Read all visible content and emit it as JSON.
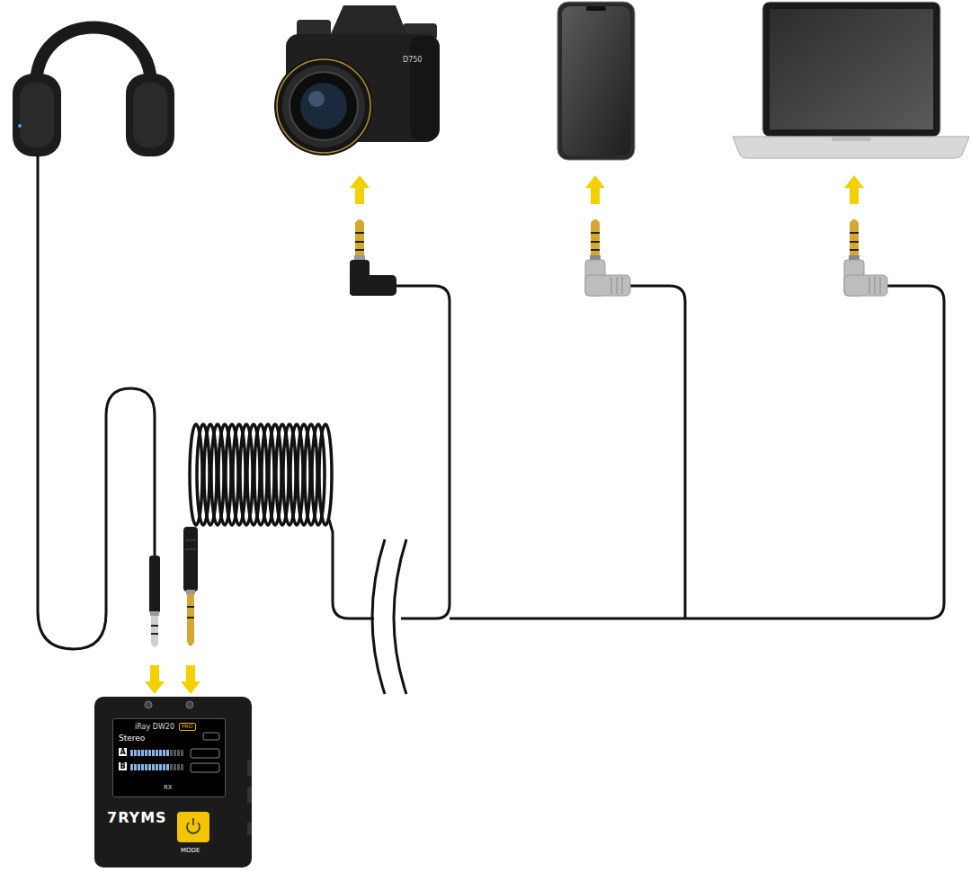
{
  "diagram": {
    "nodes": [
      {
        "text": [
          "D750"
        ]
      },
      {
        "text": [
          "7RYMS",
          "MODE"
        ]
      },
      {
        "text": [
          "iRay DW20",
          "PRO",
          "Stereo",
          "A",
          "B",
          "RX"
        ],
        "in": 1
      }
    ],
    "edges": [
      {
        "from": 1,
        "to": 0,
        "arrow": "to"
      }
    ]
  }
}
